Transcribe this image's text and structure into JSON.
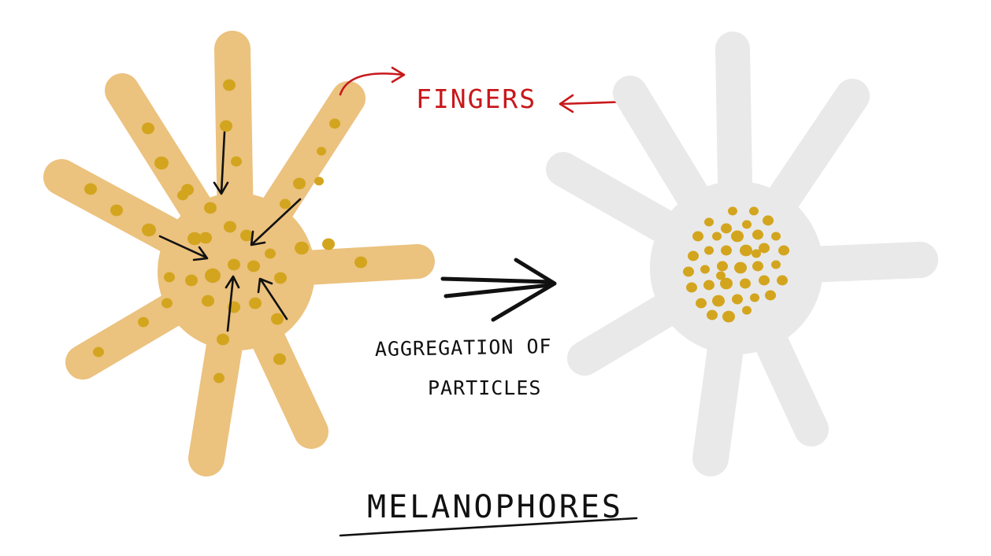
{
  "labels": {
    "fingers": "FINGERS",
    "aggregation_line1": "AGGREGATION OF",
    "aggregation_line2": "PARTICLES",
    "title": "MELANOPHORES"
  },
  "colors": {
    "cell_left": "#EBC27E",
    "cell_right": "#E9E9E9",
    "pigment": "#D3A51E",
    "fingers_label": "#C8181B",
    "ink": "#111111"
  }
}
